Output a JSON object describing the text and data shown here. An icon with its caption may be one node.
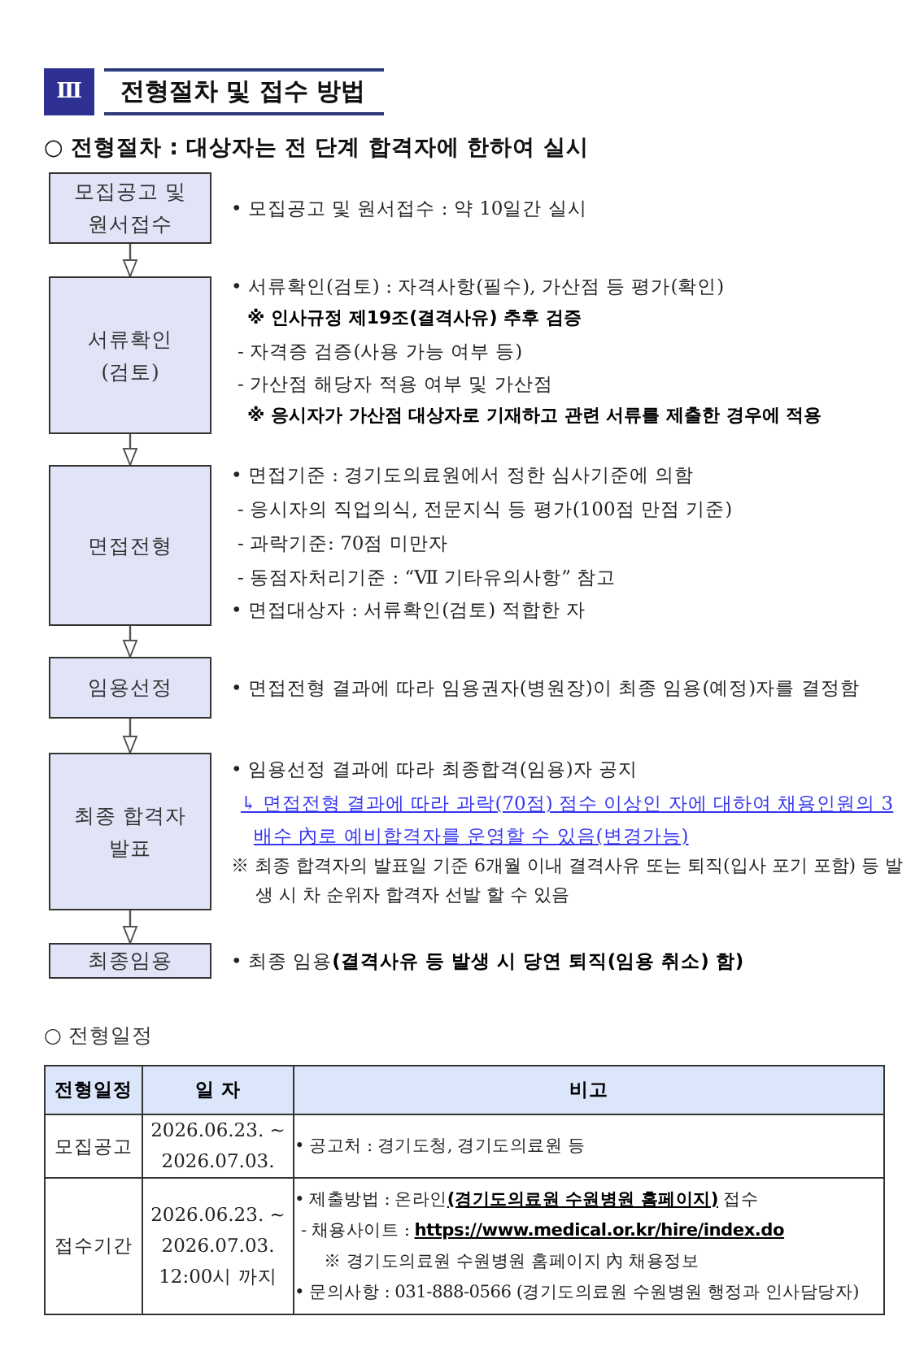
{
  "diagram": {
    "title": "전형절차 및 접수 방법",
    "nodes": [
      {
        "text": [
          "모집공고 및 원서접수"
        ],
        "beside": [
          "• 모집공고 및 원서접수 : 약 10일간 실시"
        ]
      },
      {
        "text": [
          "서류확인 (검토)"
        ],
        "beside": [
          "• 서류확인(검토) : 자격사항(필수), 가산점 등 평가(확인)",
          "※ 인사규정 제19조(결격사유) 추후 검증",
          "- 자격증 검증(사용 가능 여부 등)",
          "- 가산점 해당자 적용 여부 및 가산점",
          "※ 응시자가 가산점 대상자로 기재하고 관련 서류를 제출한 경우에 적용"
        ]
      },
      {
        "text": [
          "면접전형"
        ],
        "beside": [
          "• 면접기준 : 경기도의료원에서 정한 심사기준에 의함",
          "- 응시자의 직업의식, 전문지식 등 평가(100점 만점 기준)",
          "- 과락기준: 70점 미만자",
          "- 동점자처리기준 : “Ⅶ 기타유의사항” 참고",
          "• 면접대상자 : 서류확인(검토) 적합한 자"
        ]
      },
      {
        "text": [
          "임용선정"
        ],
        "beside": [
          "• 면접전형 결과에 따라 임용권자(병원장)이 최종 임용(예정)자를 결정함"
        ]
      },
      {
        "text": [
          "최종 합격자 발표"
        ],
        "beside": [
          "• 임용선정 결과에 따라 최종합격(임용)자 공지",
          "↳ 면접전형 결과에 따라 과락(70점) 점수 이상인 자에 대하여 채용인원의 3배수 內로 예비합격자를 운영할 수 있음(변경가능)",
          "※ 최종 합격자의 발표일 기준 6개월 이내 결격사유 또는 퇴직(입사 포기 포함) 등 발생 시 차 순위자 합격자 선발 할 수 있음"
        ]
      },
      {
        "text": [
          "최종임용"
        ],
        "beside": [
          "• 최종 임용**(결격사유 등 발생 시 당연 퇴직(임용 취소) 함)**"
        ]
      }
    ],
    "edges": [
      {
        "from": 0,
        "to": 1,
        "arrow": "to"
      },
      {
        "from": 1,
        "to": 2,
        "arrow": "to"
      },
      {
        "from": 2,
        "to": 3,
        "arrow": "to"
      },
      {
        "from": 3,
        "to": 4,
        "arrow": "to"
      },
      {
        "from": 4,
        "to": 5,
        "arrow": "to"
      }
    ],
    "labels": [
      "Ⅲ",
      "○ 전형절차 : 대상자는 전 단계 합격자에 한하여 실시",
      "○ 전형일정",
      "전형일정",
      "일 자",
      "비고",
      "모집공고",
      "2026.06.23. ~ 2026.07.03.",
      "• 공고처 : 경기도청, 경기도의료원 등",
      "접수기간",
      "2026.06.23. ~ 2026.07.03. 12:00시 까지",
      "• 제출방법 : 온라인**(경기도의료원 수원병원 홈페이지)** 접수",
      "- 채용사이트 : **https://www.medical.or.kr/hire/index.do**",
      "※ 경기도의료원 수원병원 홈페이지 內 채용정보",
      "• 문의사항 : 031-888-0566 (경기도의료원 수원병원 행정과 인사담당자)"
    ]
  }
}
